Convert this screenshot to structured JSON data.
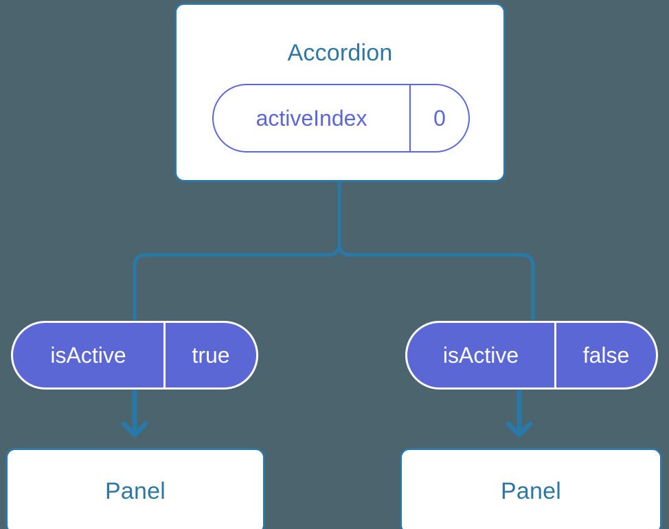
{
  "diagram": {
    "type": "component-state-tree",
    "background_color": "#4c646e",
    "accent_blue": "#2e76a3",
    "accent_purple": "#5c67d6",
    "connector_color": "#2878a8",
    "surface_color": "#ffffff"
  },
  "root": {
    "title": "Accordion",
    "state_pill": {
      "key": "activeIndex",
      "value": "0"
    }
  },
  "branches": [
    {
      "prop_pill": {
        "key": "isActive",
        "value": "true"
      },
      "panel": {
        "title": "Panel"
      }
    },
    {
      "prop_pill": {
        "key": "isActive",
        "value": "false"
      },
      "panel": {
        "title": "Panel"
      }
    }
  ]
}
